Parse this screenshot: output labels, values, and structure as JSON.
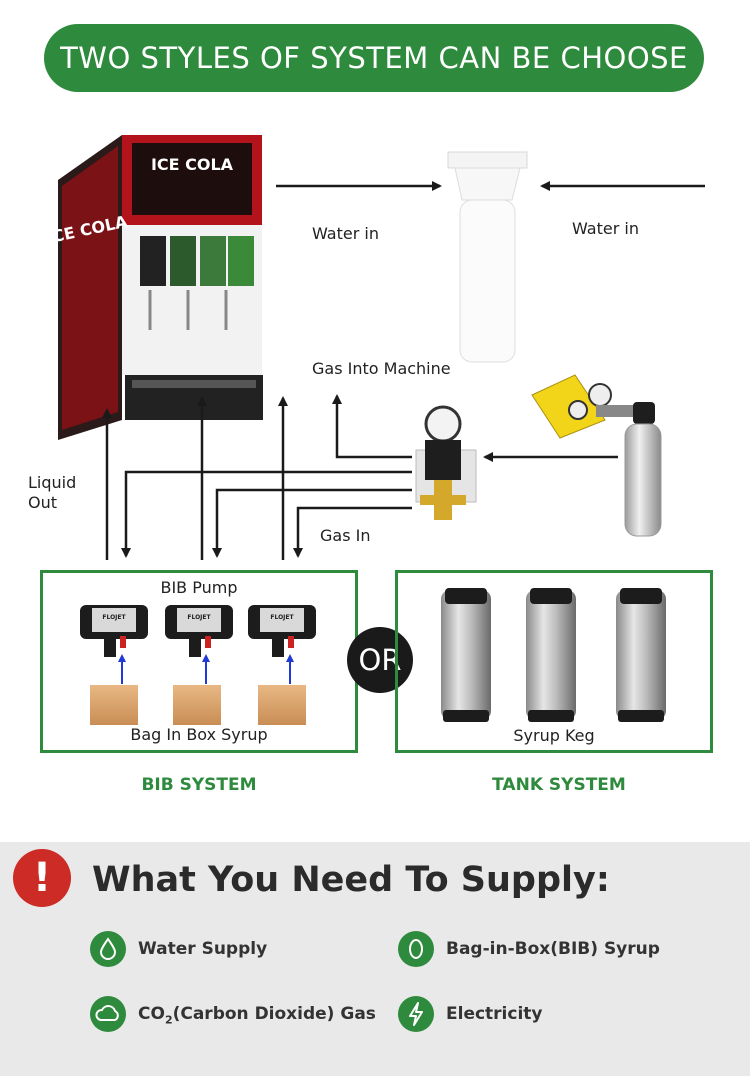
{
  "banner": {
    "title": "TWO STYLES OF SYSTEM CAN BE CHOOSE"
  },
  "machine": {
    "brand_front": "ICE COLA",
    "brand_side": "ICE COLA"
  },
  "labels": {
    "water_in_left": "Water in",
    "water_in_right": "Water in",
    "gas_into_machine": "Gas Into Machine",
    "liquid_out": "Liquid\nOut",
    "gas_in": "Gas In"
  },
  "bib": {
    "pump_label": "BIB Pump",
    "syrup_label": "Bag In Box Syrup",
    "system_title": "BIB SYSTEM",
    "pump_brand": "FLOJET"
  },
  "or_label": "OR",
  "tank": {
    "keg_label": "Syrup Keg",
    "system_title": "TANK SYSTEM"
  },
  "supply": {
    "alert_symbol": "!",
    "title": "What You Need To Supply:",
    "items": [
      {
        "label": "Water Supply",
        "icon": "water-drop-icon"
      },
      {
        "label": "Bag-in-Box(BIB) Syrup",
        "icon": "bib-syrup-icon"
      },
      {
        "co2_prefix": "CO",
        "co2_sub": "2",
        "co2_rest": "(Carbon Dioxide) Gas",
        "icon": "cloud-icon"
      },
      {
        "label": "Electricity",
        "icon": "lightning-icon"
      }
    ]
  },
  "colors": {
    "accent_green": "#2e8a3c",
    "alert_red": "#cc2b26",
    "machine_red": "#b3141b",
    "arrow_blue": "#1f3ad6"
  }
}
